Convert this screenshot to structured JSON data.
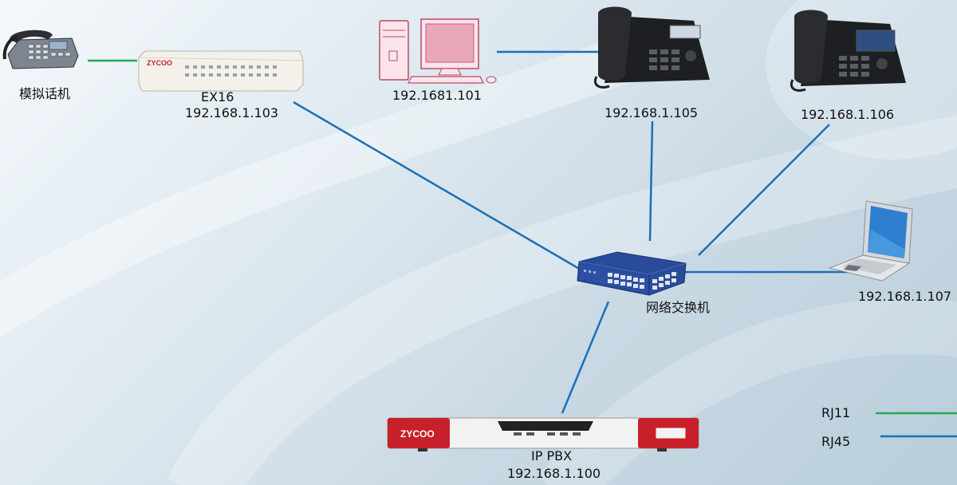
{
  "colors": {
    "rj11": "#22aa55",
    "rj45": "#1a6fb8",
    "pbx_red": "#c8202a",
    "pc_pink": "#e57a98",
    "switch_blue": "#2a4b9a"
  },
  "nodes": {
    "analog_phone": {
      "label": "模拟话机"
    },
    "ex16": {
      "name": "EX16",
      "ip": "192.168.1.103",
      "brand": "ZYCOO"
    },
    "pc": {
      "ip": "192.1681.101"
    },
    "phone1": {
      "ip": "192.168.1.105"
    },
    "phone2": {
      "ip": "192.168.1.106"
    },
    "laptop": {
      "ip": "192.168.1.107"
    },
    "switch": {
      "label": "网络交换机"
    },
    "pbx": {
      "name": "IP PBX",
      "ip": "192.168.1.100",
      "brand": "ZYCOO"
    }
  },
  "links": [
    {
      "from": "analog_phone",
      "to": "ex16",
      "type": "RJ11"
    },
    {
      "from": "ex16",
      "to": "switch",
      "type": "RJ45"
    },
    {
      "from": "pc",
      "to": "phone1",
      "type": "RJ45"
    },
    {
      "from": "phone1",
      "to": "switch",
      "type": "RJ45"
    },
    {
      "from": "phone2",
      "to": "switch",
      "type": "RJ45"
    },
    {
      "from": "laptop",
      "to": "switch",
      "type": "RJ45"
    },
    {
      "from": "pbx",
      "to": "switch",
      "type": "RJ45"
    }
  ],
  "legend": [
    {
      "label": "RJ11",
      "type": "RJ11"
    },
    {
      "label": "RJ45",
      "type": "RJ45"
    }
  ]
}
